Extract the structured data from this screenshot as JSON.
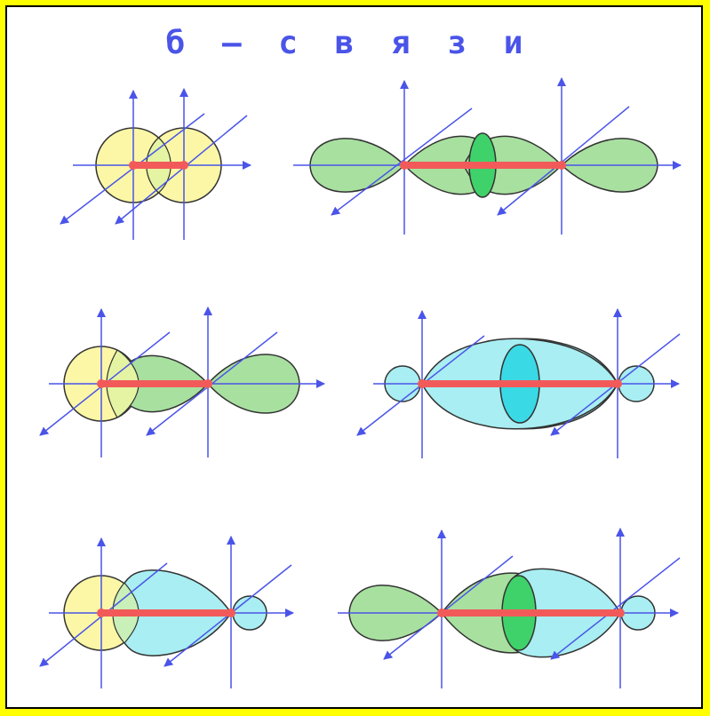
{
  "title": "б – с в я з и",
  "colors": {
    "background": "#ffff00",
    "panel": "#ffffff",
    "axis": "#4a54e8",
    "bond": "#f25a5a",
    "s_orbital": "#fbf7a6",
    "s_overlap": "#e4f4a2",
    "p_orbital_green": "#a8e0a0",
    "p_orbital_blue": "#a8eef2",
    "overlap_green": "#3fd26a",
    "overlap_cyan": "#3ad9e6",
    "outline": "#333333"
  },
  "panels": [
    {
      "id": "s-s",
      "atoms": [
        "s",
        "s"
      ]
    },
    {
      "id": "p-p",
      "atoms": [
        "p",
        "p"
      ]
    },
    {
      "id": "s-p",
      "atoms": [
        "s",
        "p"
      ]
    },
    {
      "id": "sp-sp",
      "atoms": [
        "sp",
        "sp"
      ]
    },
    {
      "id": "s-sp",
      "atoms": [
        "s",
        "sp"
      ]
    },
    {
      "id": "p-sp",
      "atoms": [
        "p",
        "sp"
      ]
    }
  ]
}
